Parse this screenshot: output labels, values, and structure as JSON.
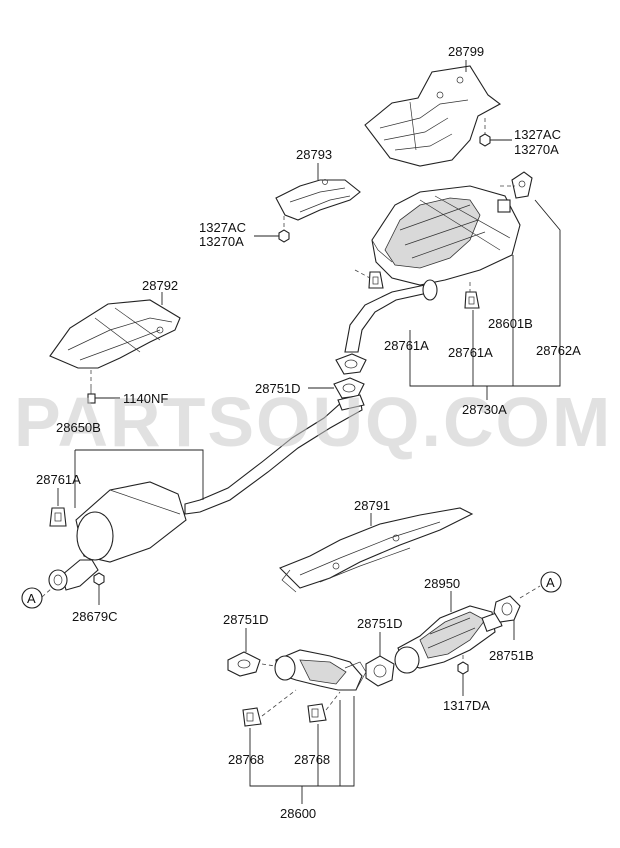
{
  "watermark": "PARTSOUQ.COM",
  "labels": {
    "p28799": "28799",
    "p1327ac_a": "1327AC",
    "p13270a_a": "13270A",
    "p28793": "28793",
    "p1327ac_b": "1327AC",
    "p13270a_b": "13270A",
    "p28792": "28792",
    "p1140nf": "1140NF",
    "p28761a_a": "28761A",
    "p28601b": "28601B",
    "p28761a_b": "28761A",
    "p28762a": "28762A",
    "p28751d_a": "28751D",
    "p28730a": "28730A",
    "p28650b": "28650B",
    "p28761a_c": "28761A",
    "p28791": "28791",
    "p28679c": "28679C",
    "p28950": "28950",
    "p28751d_b": "28751D",
    "p28751d_c": "28751D",
    "p28751b": "28751B",
    "p1317da": "1317DA",
    "p28768_a": "28768",
    "p28768_b": "28768",
    "p28600": "28600",
    "conn_left": "A",
    "conn_right": "A"
  }
}
